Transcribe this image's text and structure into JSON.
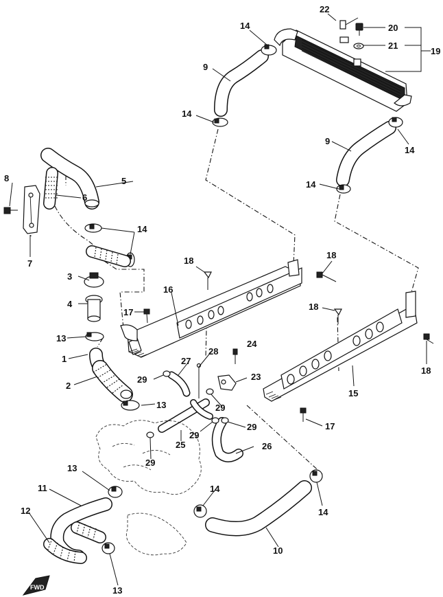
{
  "diagram": {
    "fwd_label": "FWD",
    "callouts": {
      "c1": "1",
      "c2": "2",
      "c3": "3",
      "c4": "4",
      "c5": "5",
      "c6": "6",
      "c7": "7",
      "c8": "8",
      "c9a": "9",
      "c9b": "9",
      "c10": "10",
      "c11": "11",
      "c12": "12",
      "c13a": "13",
      "c13b": "13",
      "c13c": "13",
      "c13d": "13",
      "c14a": "14",
      "c14b": "14",
      "c14c": "14",
      "c14d": "14",
      "c14e": "14",
      "c14f": "14",
      "c14g": "14",
      "c15": "15",
      "c16": "16",
      "c17a": "17",
      "c17b": "17",
      "c18a": "18",
      "c18b": "18",
      "c18c": "18",
      "c18d": "18",
      "c19": "19",
      "c20": "20",
      "c21": "21",
      "c22": "22",
      "c23": "23",
      "c24": "24",
      "c25": "25",
      "c26": "26",
      "c27": "27",
      "c28": "28",
      "c29a": "29",
      "c29b": "29",
      "c29c": "29",
      "c29d": "29",
      "c29e": "29"
    }
  }
}
